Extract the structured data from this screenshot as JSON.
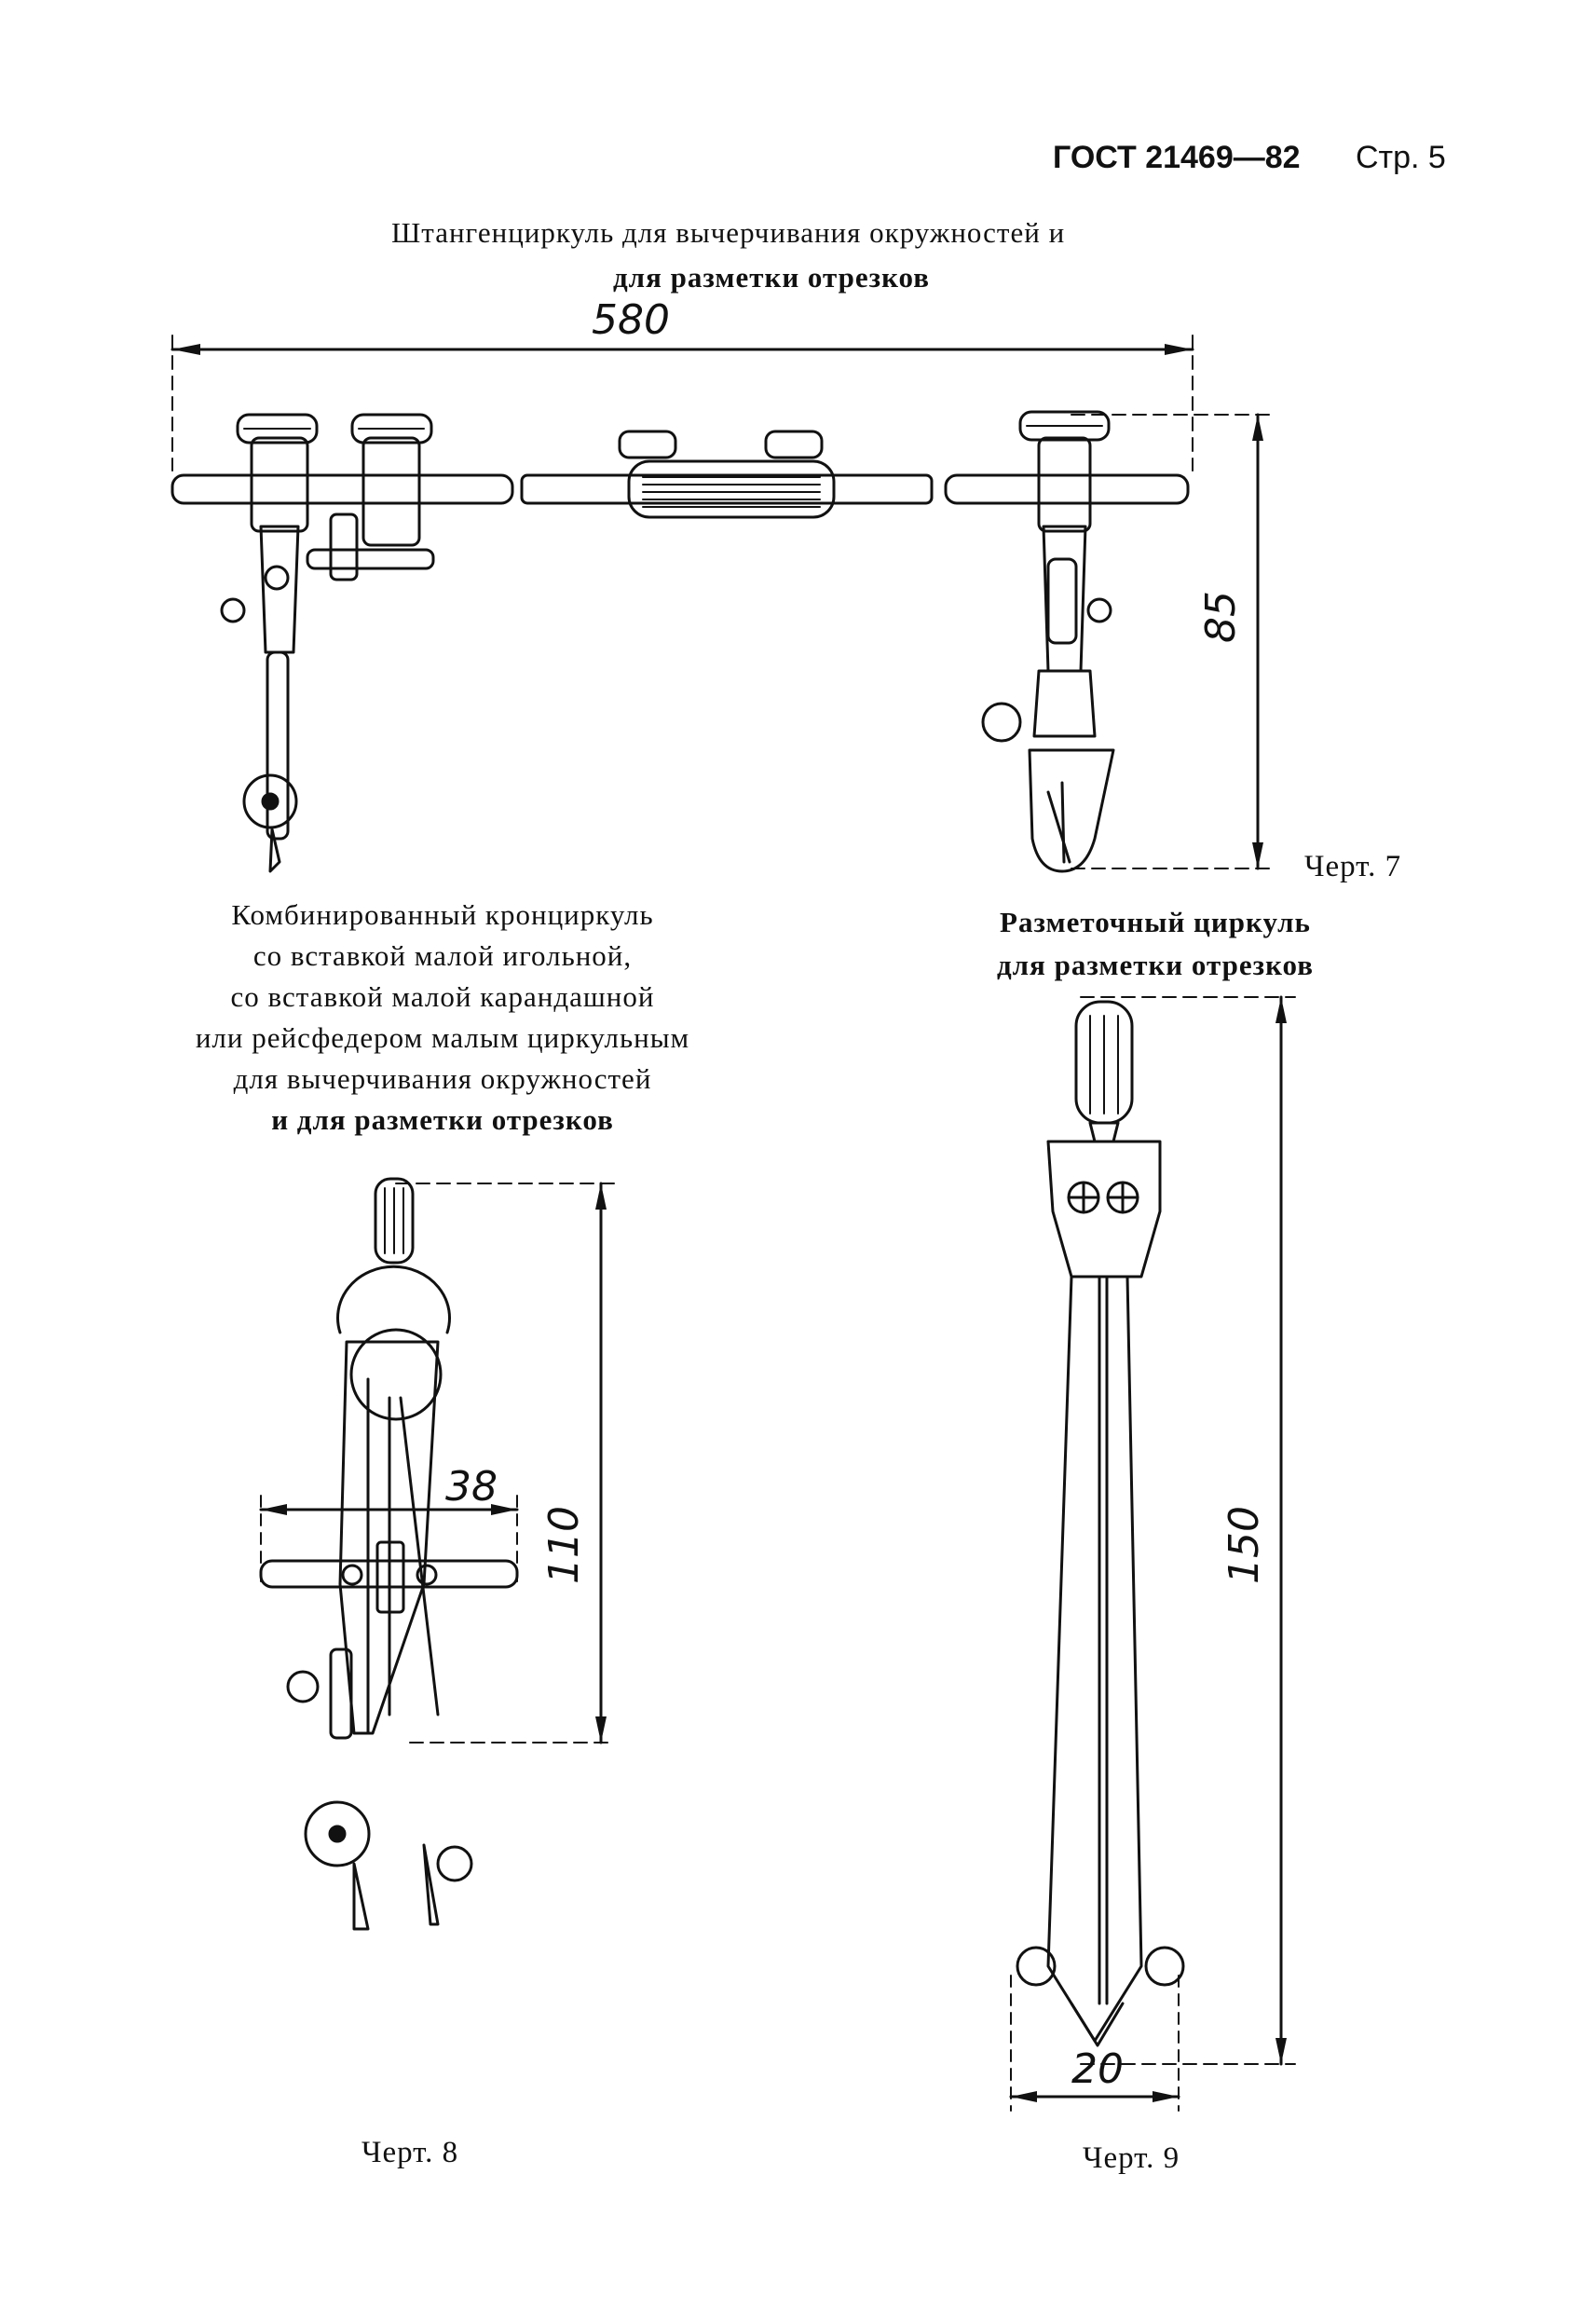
{
  "header": {
    "standard": "ГОСТ 21469—82",
    "page": "Стр. 5"
  },
  "figure7": {
    "title_line1": "Штангенциркуль для вычерчивания окружностей и",
    "title_line2": "для разметки отрезков",
    "dim_length": "580",
    "dim_height": "85",
    "caption": "Черт. 7"
  },
  "figure8": {
    "title_lines": [
      "Комбинированный кронциркуль",
      "со вставкой малой игольной,",
      "со вставкой малой карандашной",
      "или рейсфедером малым циркульным",
      "для вычерчивания окружностей",
      "и для разметки отрезков"
    ],
    "dim_width": "38",
    "dim_height": "110",
    "caption": "Черт. 8"
  },
  "figure9": {
    "title_line1": "Разметочный циркуль",
    "title_line2": "для разметки отрезков",
    "dim_height": "150",
    "dim_width": "20",
    "caption": "Черт. 9"
  }
}
